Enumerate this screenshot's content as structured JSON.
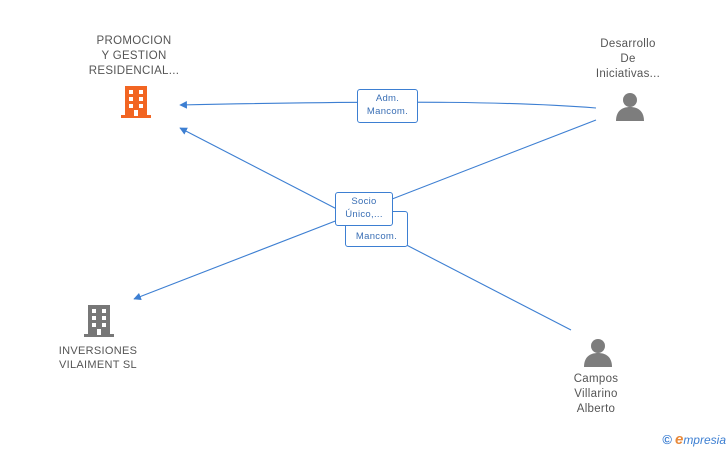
{
  "colors": {
    "edge": "#3d7fd2",
    "company_highlight": "#f26522",
    "company": "#777777",
    "person": "#7d7d7d"
  },
  "nodes": {
    "promocion": {
      "label": "PROMOCION\nY GESTION\nRESIDENCIAL...",
      "icon": "building-icon"
    },
    "desarrollo": {
      "label": "Desarrollo\nDe\nIniciativas...",
      "icon": "person-icon"
    },
    "inversiones": {
      "label": "INVERSIONES\nVILAIMENT SL",
      "icon": "building-icon"
    },
    "campos": {
      "label": "Campos\nVillarino\nAlberto",
      "icon": "person-icon"
    }
  },
  "edges": {
    "adm_mancom": "Adm.\nMancom.",
    "socio_unico": "Socio\nÚnico,...",
    "mancom": "Mancom."
  },
  "watermark": {
    "copyright": "©",
    "brand_e": "e",
    "brand_rest": "mpresia"
  }
}
